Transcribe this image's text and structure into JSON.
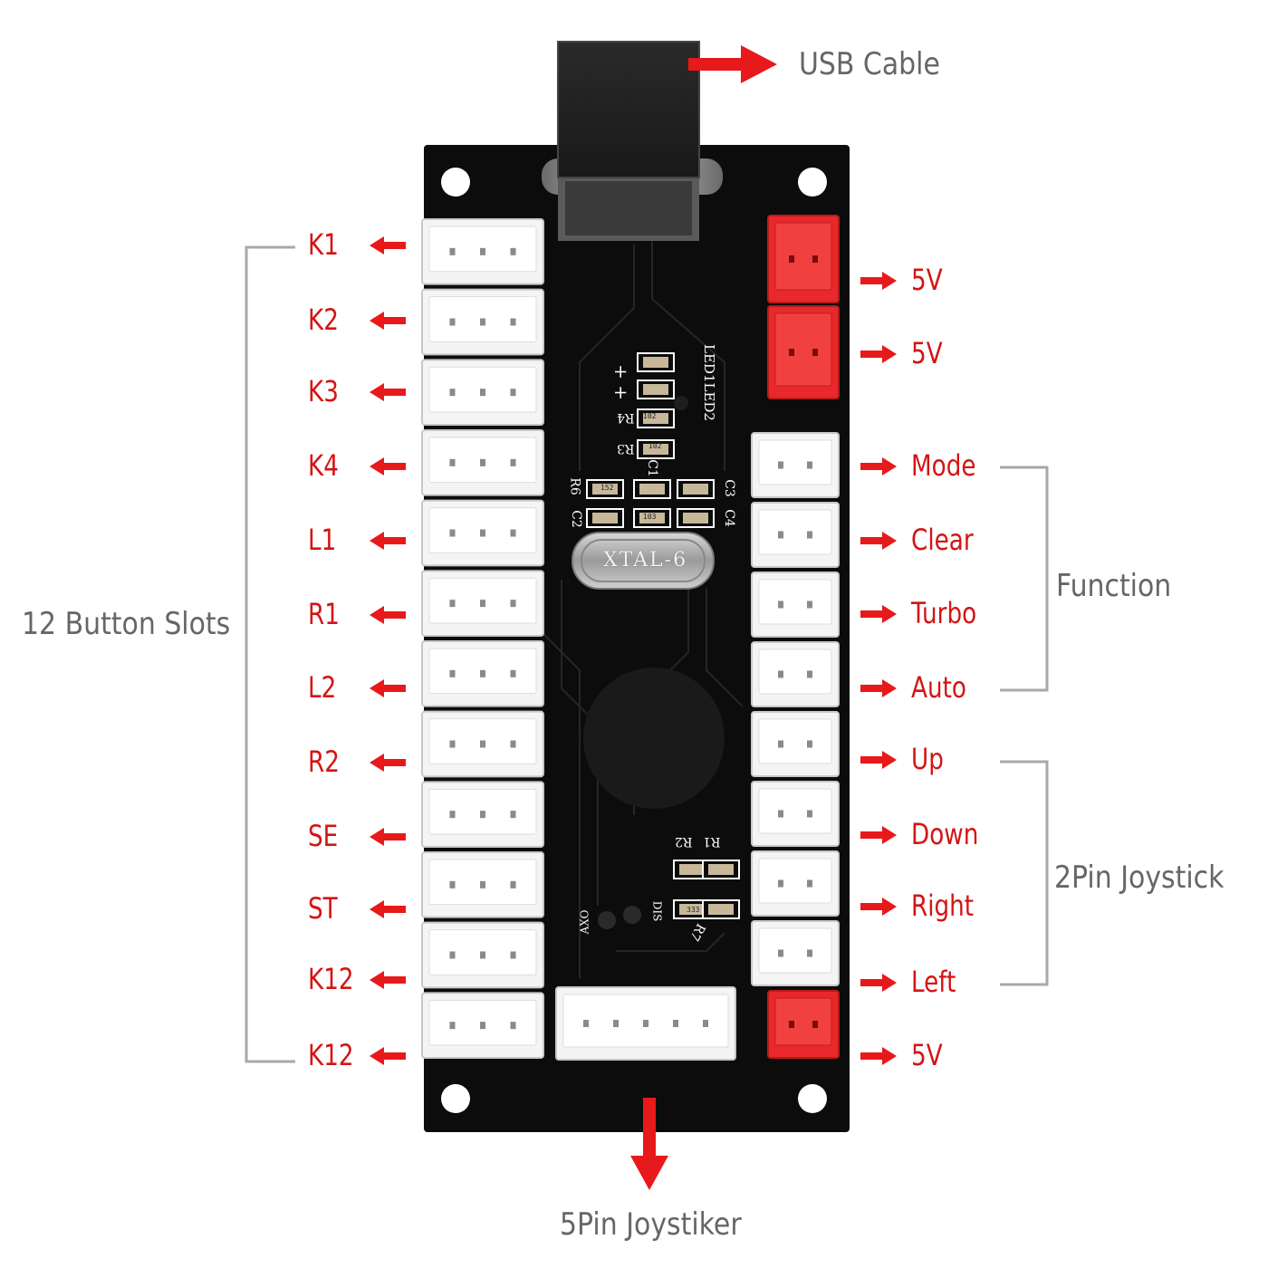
{
  "title": "",
  "left_pins": [
    "K1",
    "K2",
    "K3",
    "K4",
    "L1",
    "R1",
    "L2",
    "R2",
    "SE",
    "ST",
    "K12",
    "K12"
  ],
  "right_pins": [
    "5V",
    "5V",
    "Mode",
    "Clear",
    "Turbo",
    "Auto",
    "Up",
    "Down",
    "Right",
    "Left",
    "5V"
  ],
  "groups": {
    "button_slots": "12 Button Slots",
    "function": "Function",
    "joystick_2pin": "2Pin Joystick",
    "usb": "USB Cable",
    "joystick_5pin": "5Pin Joystiker"
  },
  "silkscreen": {
    "crystal": "XTAL-6",
    "led_label": "LED1LED2",
    "plus": "+ +",
    "r4": "R4",
    "r3": "R3",
    "c1": "C1",
    "r6": "R6",
    "c2": "C2",
    "c3": "C3",
    "c4": "C4",
    "r1": "R1",
    "r2": "R2",
    "r7": "R7",
    "dis": "DIS",
    "axo": "AXO",
    "smd_102": "102",
    "smd_152": "152",
    "smd_103": "103",
    "smd_333": "333"
  },
  "colors": {
    "pin_label": "#d41414",
    "arrow": "#e8191a",
    "board": "#0c0c0c",
    "connector": "#f4f4f4",
    "power_connector": "#e8282a",
    "group_text": "#666666",
    "bracket": "#a8a8a8"
  }
}
